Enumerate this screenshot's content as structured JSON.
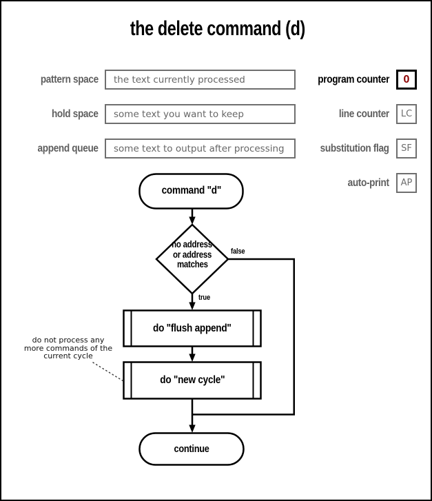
{
  "title": "the delete command (d)",
  "registers_left": [
    {
      "label": "pattern space",
      "value": "the text currently processed"
    },
    {
      "label": "hold space",
      "value": "some text you want to keep"
    },
    {
      "label": "append queue",
      "value": "some text to output after processing"
    }
  ],
  "registers_right": [
    {
      "label": "program counter",
      "value": "0"
    },
    {
      "label": "line counter",
      "value": "LC"
    },
    {
      "label": "substitution flag",
      "value": "SF"
    },
    {
      "label": "auto-print",
      "value": "AP"
    }
  ],
  "flowchart": {
    "start": "command \"d\"",
    "decision_lines": [
      "no address",
      "or address",
      "matches"
    ],
    "branch_false": "false",
    "branch_true": "true",
    "process1": "do \"flush append\"",
    "process2": "do \"new cycle\"",
    "end": "continue",
    "annotation_lines": [
      "do not process any",
      "more commands of the",
      "current cycle"
    ]
  },
  "colors": {
    "accent_red": "#8b0000",
    "label_gray": "#5f5f5f",
    "border_gray": "#6e6e6e",
    "flow_black": "#000000"
  }
}
